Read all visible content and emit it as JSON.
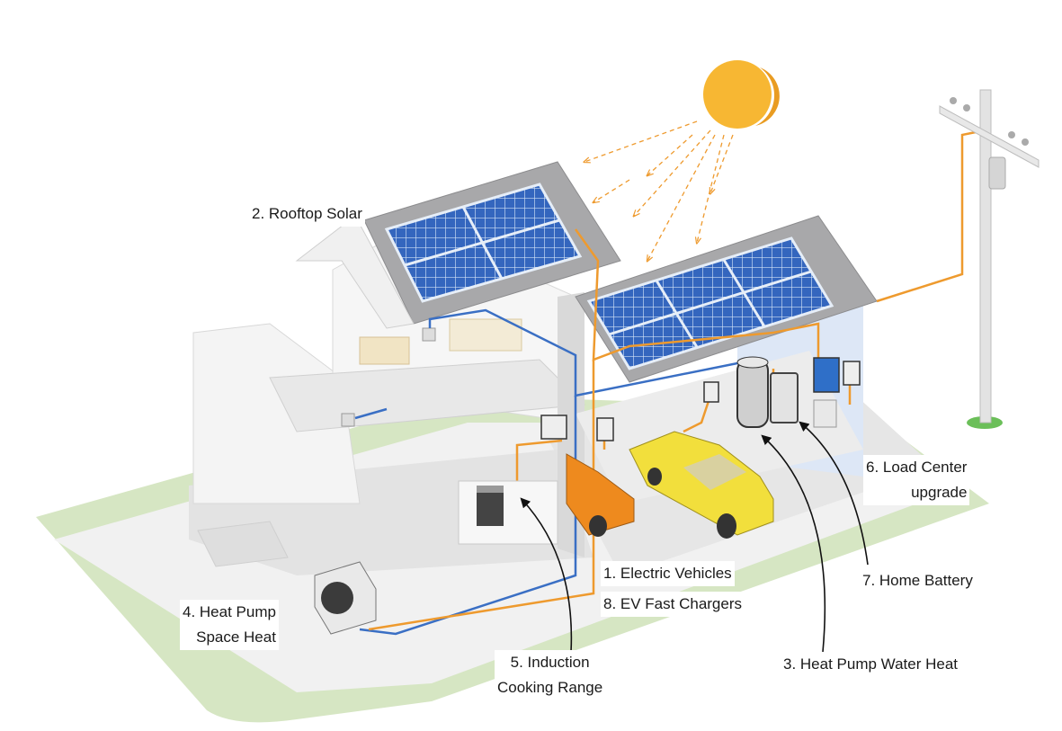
{
  "diagram": {
    "labels": {
      "rooftop_solar": "2. Rooftop Solar",
      "load_center": [
        "6. Load Center",
        "upgrade"
      ],
      "electric_vehicles": "1. Electric Vehicles",
      "ev_fast_chargers": "8. EV Fast Chargers",
      "home_battery": "7. Home Battery",
      "heat_pump_space": [
        "4.  Heat Pump",
        "Space Heat"
      ],
      "induction": [
        "5. Induction",
        "Cooking Range"
      ],
      "heat_pump_water": "3. Heat Pump Water Heat"
    },
    "colors": {
      "power_wire": "#ee9a2e",
      "hvac_line": "#3a6fc4",
      "lawn": "#d6e6c3",
      "roof": "#a8a8aa",
      "wall": "#eeeeee",
      "sun": "#f7b733",
      "panel": "#2f63b8",
      "car_orange": "#ee8a1e",
      "truck_yellow": "#f2df3c",
      "garage_wall": "#dde7f6"
    }
  }
}
